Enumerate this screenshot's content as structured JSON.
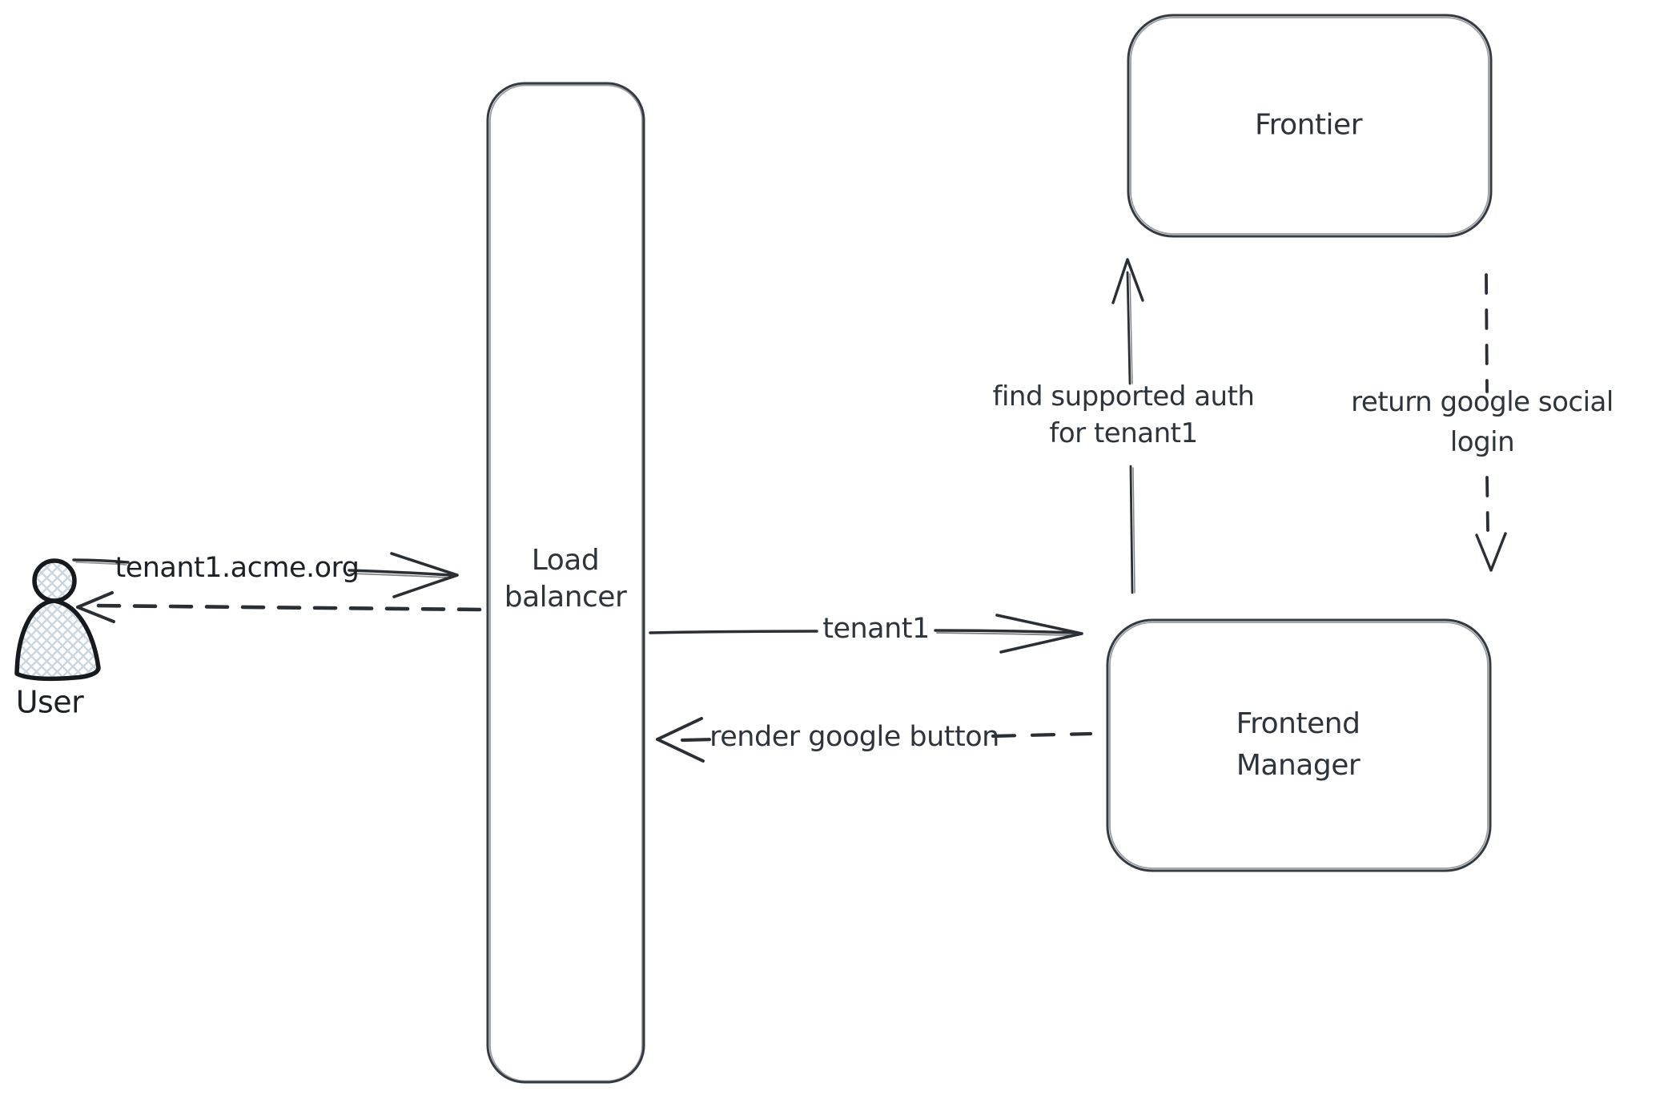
{
  "canvas": {
    "background": "#ffffff",
    "ink_color": "#343a42",
    "icon_ink_color": "#16191d",
    "fill_pattern_color": "#ccd6de"
  },
  "nodes": {
    "user": {
      "type": "actor",
      "label": "User"
    },
    "load_balancer": {
      "type": "box",
      "label_lines": [
        "Load",
        "balancer"
      ]
    },
    "frontier": {
      "type": "box",
      "label": "Frontier"
    },
    "frontend_manager": {
      "type": "box",
      "label_lines": [
        "Frontend",
        "Manager"
      ]
    }
  },
  "edges": {
    "user_to_load_balancer": {
      "style": "solid",
      "direction": "right",
      "label": "tenant1.acme.org"
    },
    "load_balancer_to_user": {
      "style": "dashed",
      "direction": "left"
    },
    "load_balancer_to_frontend_manager": {
      "style": "solid",
      "direction": "right",
      "label": "tenant1"
    },
    "frontend_manager_to_load_balancer": {
      "style": "dashed",
      "direction": "left",
      "label": "render google button"
    },
    "frontend_manager_to_frontier": {
      "style": "solid",
      "direction": "up",
      "label_lines": [
        "find supported auth",
        "for tenant1"
      ]
    },
    "frontier_to_frontend_manager": {
      "style": "dashed",
      "direction": "down",
      "label_lines": [
        "return google social",
        "login"
      ]
    }
  }
}
